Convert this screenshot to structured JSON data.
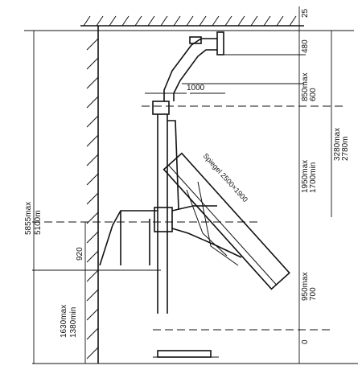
{
  "dims": {
    "top_gap": "25",
    "mount_height": "480",
    "arm_reach": "1000",
    "arm_drop": "850max",
    "arm_drop_min": "600",
    "ceiling_to_mirror_max": "3280max",
    "ceiling_to_mirror_min": "2780m",
    "mirror_span_max": "1950max",
    "mirror_span_min": "1700min",
    "mirror_label": "Spiegel 2500×1900",
    "post_height": "920",
    "floor_to_center_max": "1630max",
    "floor_to_center_min": "1380min",
    "mirror_bottom_max": "950max",
    "mirror_bottom_min": "700",
    "floor_level": "0",
    "total_height_max": "5855max",
    "total_height_min": "5100m"
  }
}
